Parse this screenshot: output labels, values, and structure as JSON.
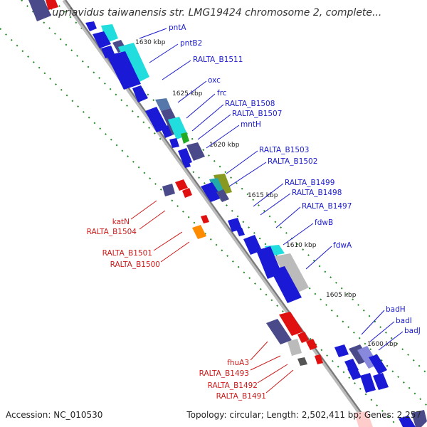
{
  "title": "Cupriavidus taiwanensis str. LMG19424 chromosome 2, complete...",
  "footer": {
    "accession": "Accession: NC_010530",
    "topology": "Topology: circular; Length: 2,502,411 bp; Genes: 2,257"
  },
  "ticks": [
    "1630 kbp",
    "1625 kbp",
    "1620 kbp",
    "1615 kbp",
    "1610 kbp",
    "1605 kbp",
    "1600 kbp"
  ],
  "genes_right": [
    "pntA",
    "pntB2",
    "RALTA_B1511",
    "oxc",
    "frc",
    "RALTA_B1508",
    "RALTA_B1507",
    "mntH",
    "RALTA_B1503",
    "RALTA_B1502",
    "RALTA_B1499",
    "RALTA_B1498",
    "RALTA_B1497",
    "fdwB",
    "fdwA",
    "badH",
    "badI",
    "badJ"
  ],
  "genes_left": [
    "katN",
    "RALTA_B1504",
    "RALTA_B1501",
    "RALTA_B1500",
    "fhuA3",
    "RALTA_B1493",
    "RALTA_B1492",
    "RALTA_B1491"
  ],
  "colors": {
    "forward": "#1a1ad6",
    "reverse": "#e01010",
    "navy": "#4a4a8a",
    "cyan": "#22dddd",
    "orange": "#ff8c00",
    "green": "#22aa22",
    "backbone": "#888888",
    "dots": "#228822"
  }
}
